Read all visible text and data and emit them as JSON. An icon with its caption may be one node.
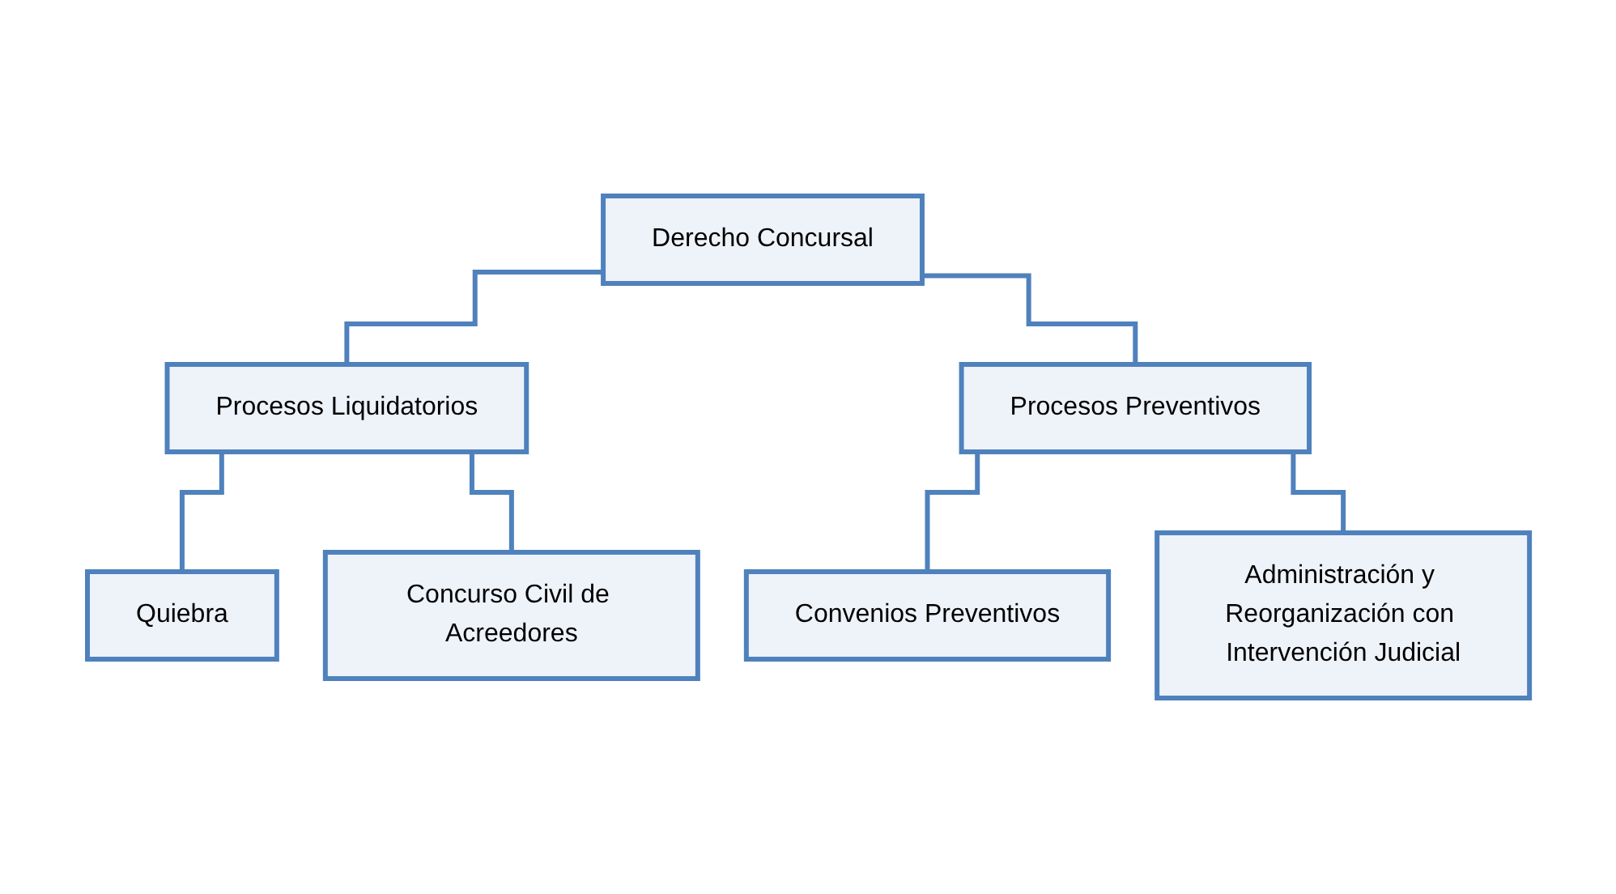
{
  "diagram": {
    "nodes": [
      {
        "text": [
          "Derecho Concursal"
        ]
      },
      {
        "text": [
          "Procesos Liquidatorios"
        ]
      },
      {
        "text": [
          "Procesos Preventivos"
        ]
      },
      {
        "text": [
          "Quiebra"
        ]
      },
      {
        "text": [
          "Concurso Civil de Acreedores"
        ]
      },
      {
        "text": [
          "Convenios Preventivos"
        ]
      },
      {
        "text": [
          "Administración y Reorganización con Intervención Judicial"
        ]
      }
    ],
    "edges": [
      {
        "from": 0,
        "to": 1,
        "arrow": "none"
      },
      {
        "from": 0,
        "to": 2,
        "arrow": "none"
      },
      {
        "from": 1,
        "to": 3,
        "arrow": "none"
      },
      {
        "from": 1,
        "to": 4,
        "arrow": "none"
      },
      {
        "from": 2,
        "to": 5,
        "arrow": "none"
      },
      {
        "from": 2,
        "to": 6,
        "arrow": "none"
      }
    ]
  }
}
